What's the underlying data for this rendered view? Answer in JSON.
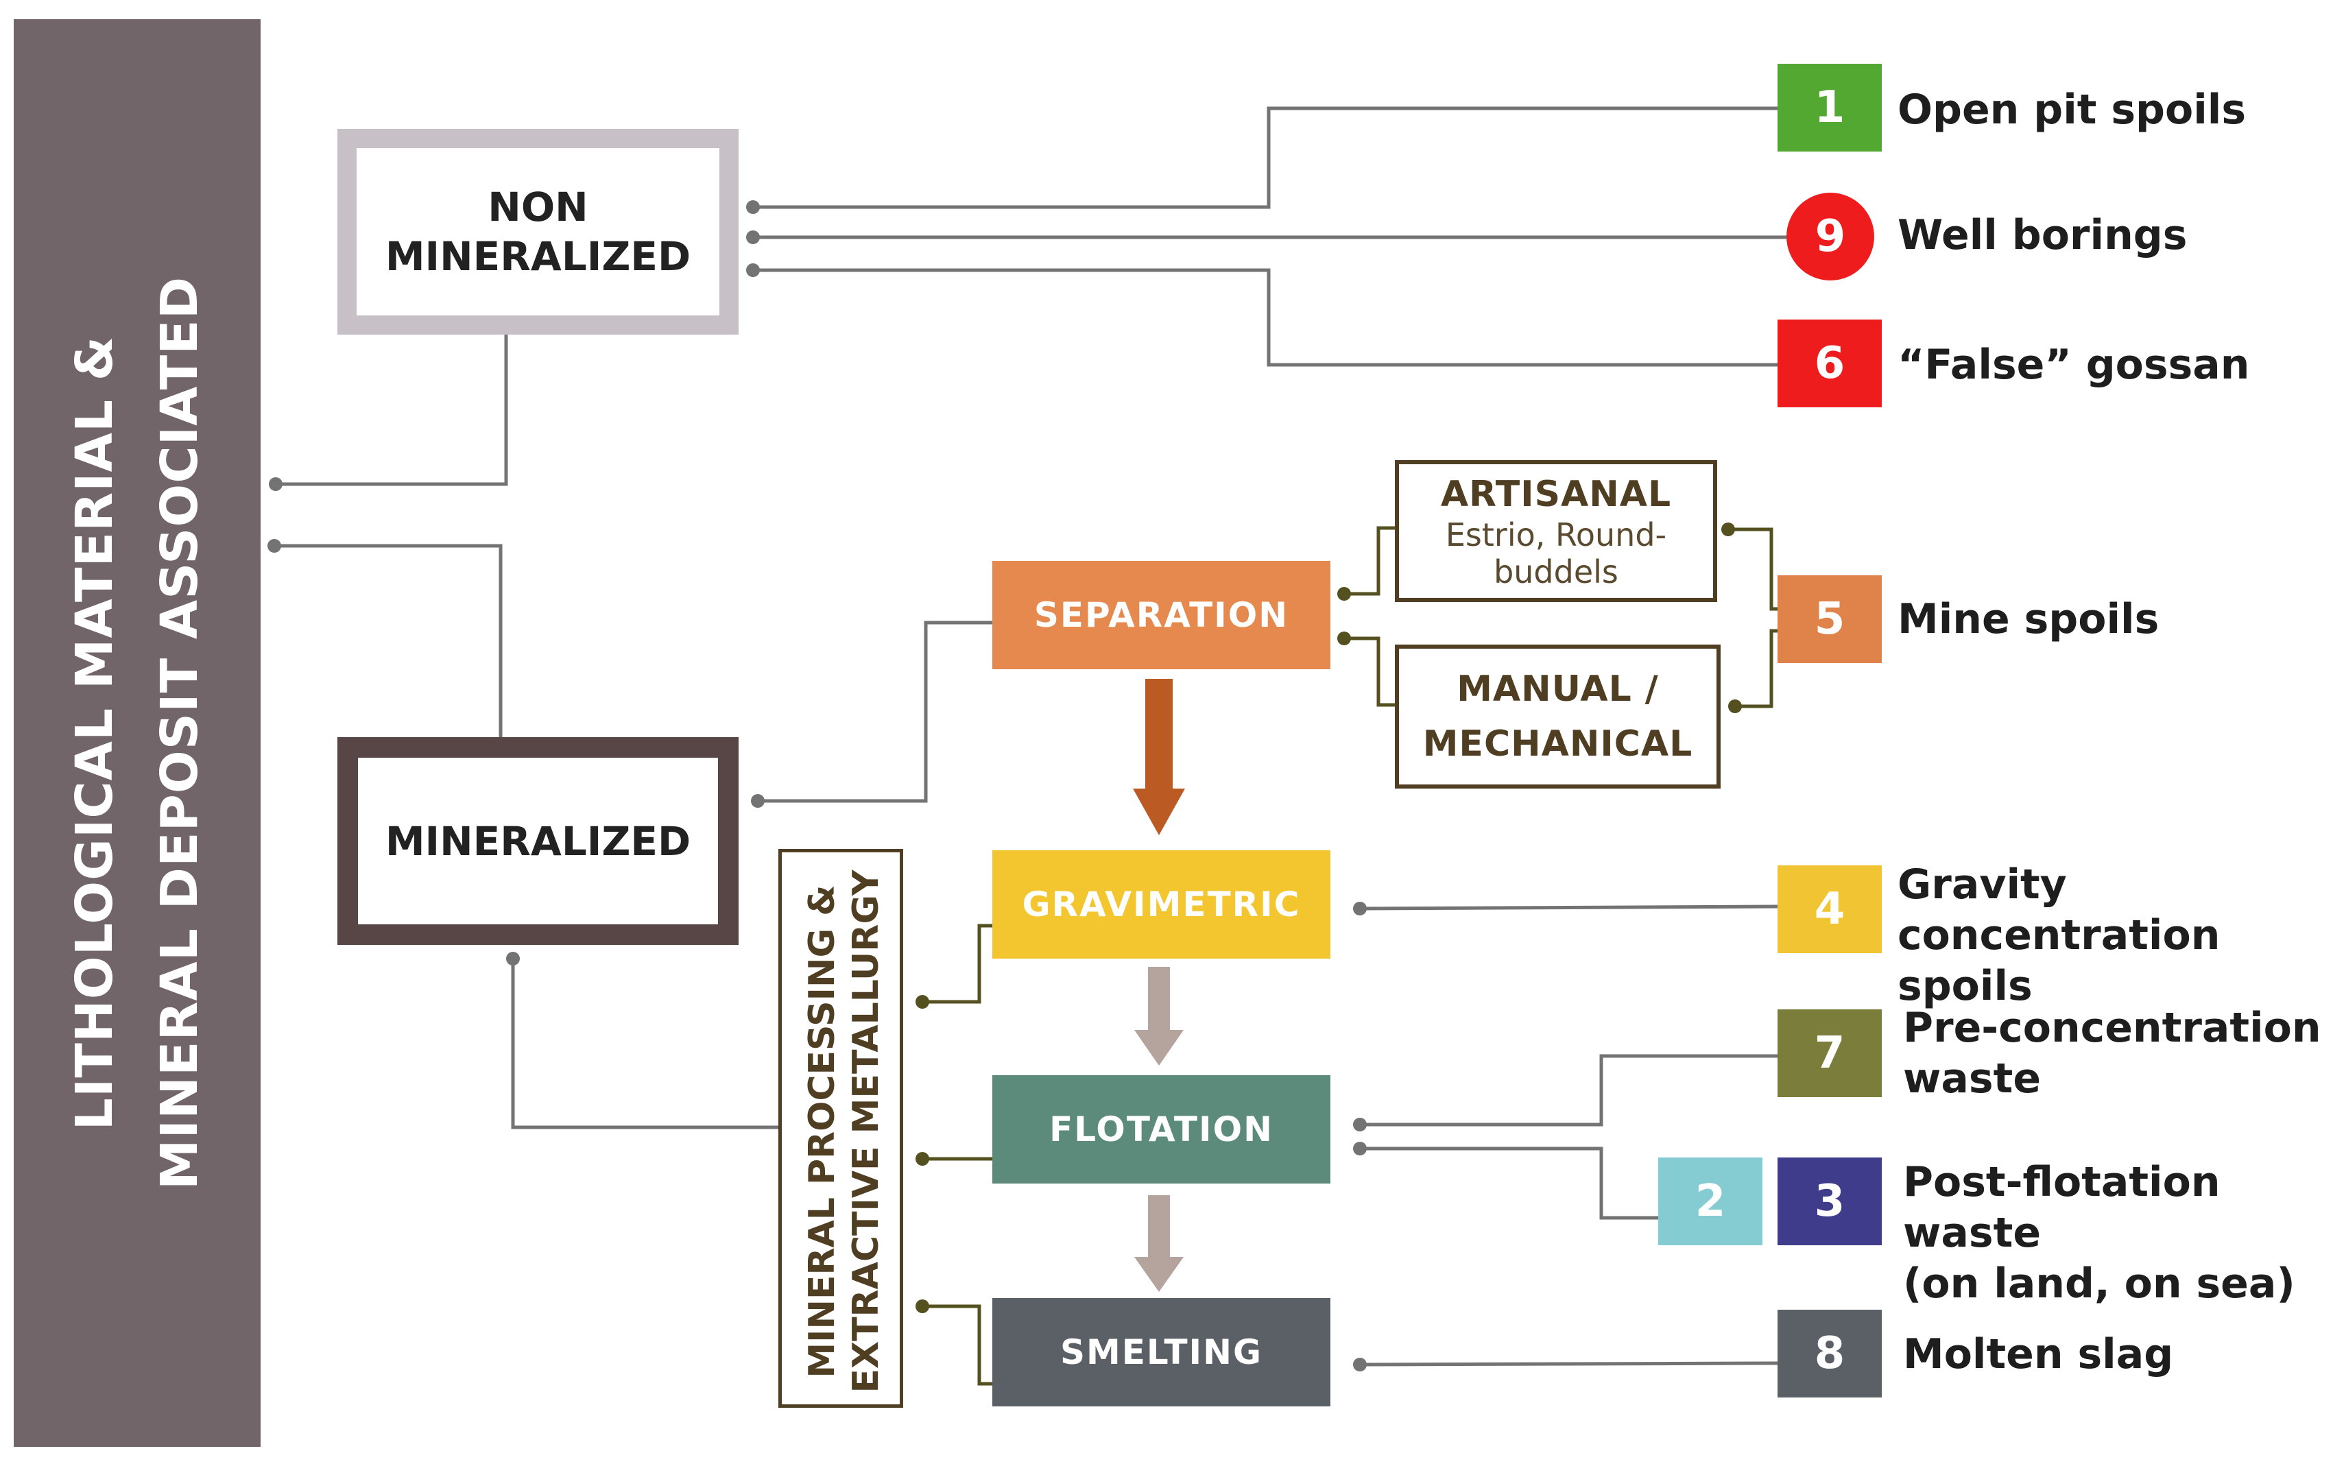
{
  "banner": {
    "line1": "LITHOLOGICAL MATERIAL &",
    "line2": "MINERAL DEPOSIT ASSOCIATED",
    "color": "#716569"
  },
  "categories": {
    "non_mineralized": "NON\nMINERALIZED",
    "mineralized": "MINERALIZED"
  },
  "processing_label": {
    "line1": "MINERAL PROCESSING &",
    "line2": "EXTRACTIVE METALLURGY"
  },
  "processes": {
    "separation": "SEPARATION",
    "gravimetric": "GRAVIMETRIC",
    "flotation": "FLOTATION",
    "smelting": "SMELTING"
  },
  "sub_processes": {
    "artisanal": {
      "title": "ARTISANAL",
      "desc": "Estrio, Round-\nbuddels"
    },
    "manual": {
      "title": "MANUAL /\nMECHANICAL"
    }
  },
  "waste_types": [
    {
      "number": "1",
      "label": "Open pit spoils",
      "color": "#52a830",
      "shape": "square"
    },
    {
      "number": "9",
      "label": "Well borings",
      "color": "#ee1c1c",
      "shape": "circle"
    },
    {
      "number": "6",
      "label": "“False” gossan",
      "color": "#ee1c1c",
      "shape": "square"
    },
    {
      "number": "5",
      "label": "Mine spoils",
      "color": "#e0834a",
      "shape": "square"
    },
    {
      "number": "4",
      "label": "Gravity\nconcentration spoils",
      "color": "#f0c432",
      "shape": "square"
    },
    {
      "number": "7",
      "label": "Pre-concentration\nwaste",
      "color": "#7b7d3b",
      "shape": "square"
    },
    {
      "number": "2",
      "label": "",
      "color": "#84ccd2",
      "shape": "square"
    },
    {
      "number": "3",
      "label": "Post-flotation waste\n(on land, on sea)",
      "color": "#3f3c8c",
      "shape": "square"
    },
    {
      "number": "8",
      "label": "Molten slag",
      "color": "#5b5f66",
      "shape": "square"
    }
  ]
}
